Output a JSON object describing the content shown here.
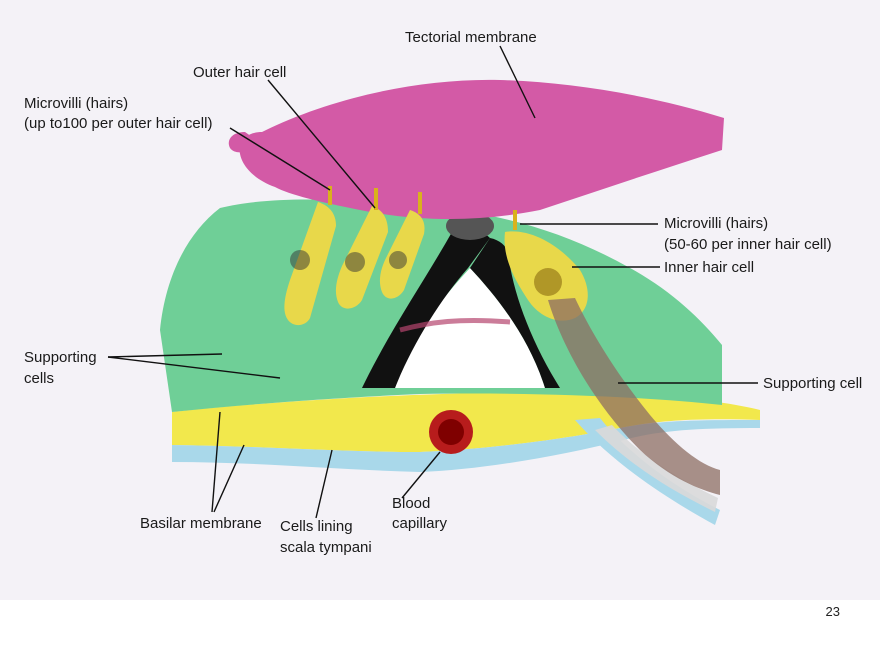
{
  "figure": {
    "labels": {
      "tectorial_membrane": "Tectorial membrane",
      "outer_hair_cell": "Outer hair cell",
      "microvilli_outer_line1": "Microvilli (hairs)",
      "microvilli_outer_line2": "(up to100 per outer hair cell)",
      "microvilli_inner_line1": "Microvilli (hairs)",
      "microvilli_inner_line2": "(50-60 per inner hair cell)",
      "inner_hair_cell": "Inner hair cell",
      "supporting_cells_line1": "Supporting",
      "supporting_cells_line2": "cells",
      "supporting_cell": "Supporting cell",
      "basilar_membrane": "Basilar membrane",
      "cells_lining_line1": "Cells lining",
      "cells_lining_line2": "scala tympani",
      "blood_capillary_line1": "Blood",
      "blood_capillary_line2": "capillary"
    },
    "colors": {
      "tectorial": "#d35aa6",
      "supporting": "#6fcf97",
      "hair_cell": "#e8d84a",
      "basilar": "#f2e84c",
      "lining": "#a9d8ea",
      "pillar": "#111111",
      "capillary": "#b71c1c"
    }
  },
  "footer": {
    "page_number": "23"
  }
}
